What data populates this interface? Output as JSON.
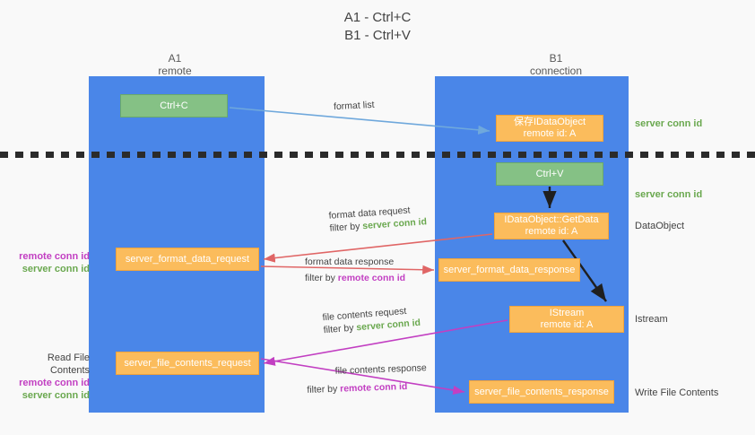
{
  "title": "A1 - Ctrl+C\nB1 - Ctrl+V",
  "colors": {
    "lane": "#4a86e8",
    "box_green": "#85c185",
    "box_orange": "#fbbc5c",
    "server_conn": "#6aa84f",
    "remote_conn": "#c23fc2",
    "arrow_blue": "#6fa8dc",
    "arrow_red": "#e06666",
    "arrow_magenta": "#c23fc2",
    "arrow_black": "#1f1f1f",
    "background": "#f9f9f9"
  },
  "columns": [
    {
      "name": "A1",
      "sub": "remote",
      "label": "A1\nremote"
    },
    {
      "name": "B1",
      "sub": "connection",
      "label": "B1\nconnection"
    }
  ],
  "boxes": {
    "ctrl_c": "Ctrl+C",
    "save_idataobject": "保存IDataObject\nremote id: A",
    "ctrl_v": "Ctrl+V",
    "getdata": "IDataObject::GetData\nremote id: A",
    "format_data_request": "server_format_data_request",
    "format_data_response": "server_format_data_response",
    "istream": "IStream\nremote id: A",
    "file_contents_request": "server_file_contents_request",
    "file_contents_response": "server_file_contents_response"
  },
  "right_captions": {
    "server_conn_top": "server conn id",
    "server_conn_second": "server conn id",
    "dataobject": "DataObject",
    "istream": "Istream",
    "write_file_contents": "Write File Contents"
  },
  "left_captions": {
    "middle": {
      "remote": "remote conn id",
      "server": "server conn id"
    },
    "bottom": {
      "title": "Read File Contents",
      "remote": "remote conn id",
      "server": "server conn id"
    }
  },
  "edge_labels": {
    "format_list": {
      "line1": "format list"
    },
    "format_data_request": {
      "line1": "format data request",
      "filter_prefix": "filter by ",
      "filter_value": "server conn id"
    },
    "format_data_response": {
      "line1": "format data response",
      "filter_prefix": "filter by ",
      "filter_value": "remote conn id"
    },
    "file_contents_request": {
      "line1": "file contents request",
      "filter_prefix": "filter by ",
      "filter_value": "server conn id"
    },
    "file_contents_response": {
      "line1": "file contents response",
      "filter_prefix": "filter by ",
      "filter_value": "remote conn id"
    }
  }
}
